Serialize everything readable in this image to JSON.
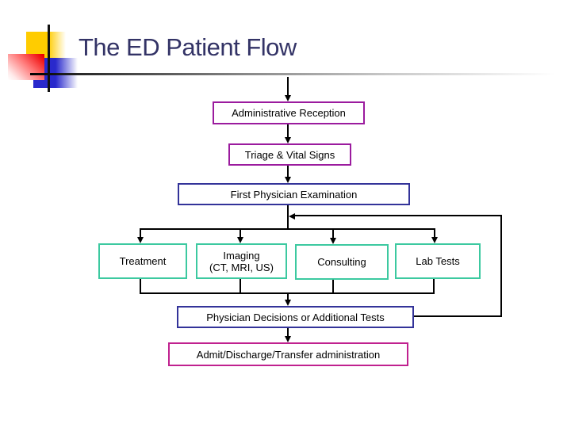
{
  "slide": {
    "title": "The ED Patient Flow"
  },
  "flowchart": {
    "nodes": [
      {
        "id": "administrative-reception",
        "label": "Administrative Reception"
      },
      {
        "id": "triage-vital-signs",
        "label": "Triage & Vital Signs"
      },
      {
        "id": "first-physician-examination",
        "label": "First Physician Examination"
      },
      {
        "id": "treatment",
        "label": "Treatment"
      },
      {
        "id": "imaging",
        "label": "Imaging",
        "sublabel": "(CT, MRI, US)"
      },
      {
        "id": "consulting",
        "label": "Consulting"
      },
      {
        "id": "lab-tests",
        "label": "Lab Tests"
      },
      {
        "id": "physician-decisions",
        "label": "Physician Decisions or Additional Tests"
      },
      {
        "id": "admit-discharge-transfer",
        "label": "Admit/Discharge/Transfer administration"
      }
    ],
    "edges": [
      "title-line -> administrative-reception",
      "administrative-reception -> triage-vital-signs",
      "triage-vital-signs -> first-physician-examination",
      "first-physician-examination -> treatment",
      "first-physician-examination -> imaging",
      "first-physician-examination -> consulting",
      "first-physician-examination -> lab-tests",
      "treatment -> physician-decisions",
      "imaging -> physician-decisions",
      "consulting -> physician-decisions",
      "lab-tests -> physician-decisions",
      "physician-decisions -> first-physician-examination (feedback loop)",
      "physician-decisions -> admit-discharge-transfer"
    ]
  },
  "colors": {
    "title_text": "#333366",
    "node_text": "#000000",
    "purple_border": "#9B1B9E",
    "magenta_border": "#C0218F",
    "navy_border": "#333399",
    "teal_border": "#3CC9A0",
    "connector": "#000000",
    "accent_yellow": "#FFCC00",
    "accent_blue": "#2929CC",
    "accent_red": "#EE0000",
    "background": "#FFFFFF"
  }
}
